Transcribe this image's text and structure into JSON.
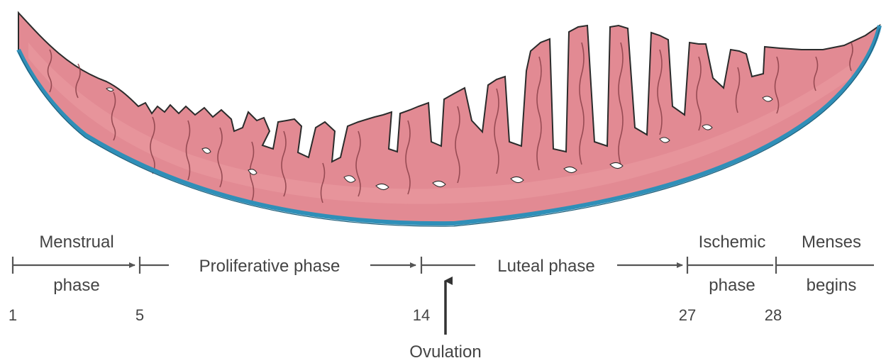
{
  "diagram": {
    "colors": {
      "tissue": "#e28a93",
      "tissue_light": "#ee9fa6",
      "outline": "#2b2b2b",
      "gland_lines": "#8a4048",
      "basal_layer": "#2f8fb8",
      "axis": "#555555",
      "background": "#ffffff"
    },
    "timeline": {
      "phases": {
        "menstrual_line1": "Menstrual",
        "menstrual_line2": "phase",
        "proliferative": "Proliferative phase",
        "luteal": "Luteal phase",
        "ischemic_line1": "Ischemic",
        "ischemic_line2": "phase",
        "menses_line1": "Menses",
        "menses_line2": "begins"
      },
      "days": {
        "d1": "1",
        "d5": "5",
        "d14": "14",
        "d27": "27",
        "d28": "28"
      },
      "event_label": "Ovulation"
    }
  }
}
